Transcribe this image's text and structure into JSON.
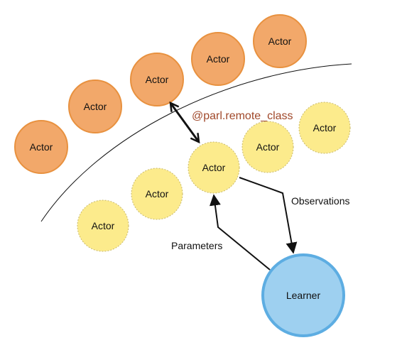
{
  "colors": {
    "remote_actor_fill": "#F2A86A",
    "remote_actor_stroke": "#E8913F",
    "local_actor_fill": "#FCEB8C",
    "local_actor_stroke": "#C9B96A",
    "learner_fill": "#9ED0F0",
    "learner_stroke": "#5DADE2",
    "decorator_text": "#A0482A",
    "lines": "#111111"
  },
  "remote_actors": [
    {
      "label": "Actor"
    },
    {
      "label": "Actor"
    },
    {
      "label": "Actor"
    },
    {
      "label": "Actor"
    },
    {
      "label": "Actor"
    }
  ],
  "local_actors": [
    {
      "label": "Actor"
    },
    {
      "label": "Actor"
    },
    {
      "label": "Actor"
    },
    {
      "label": "Actor"
    },
    {
      "label": "Actor"
    }
  ],
  "learner": {
    "label": "Learner"
  },
  "edges": {
    "decorator_label": "@parl.remote_class",
    "observations_label": "Observations",
    "parameters_label": "Parameters"
  }
}
